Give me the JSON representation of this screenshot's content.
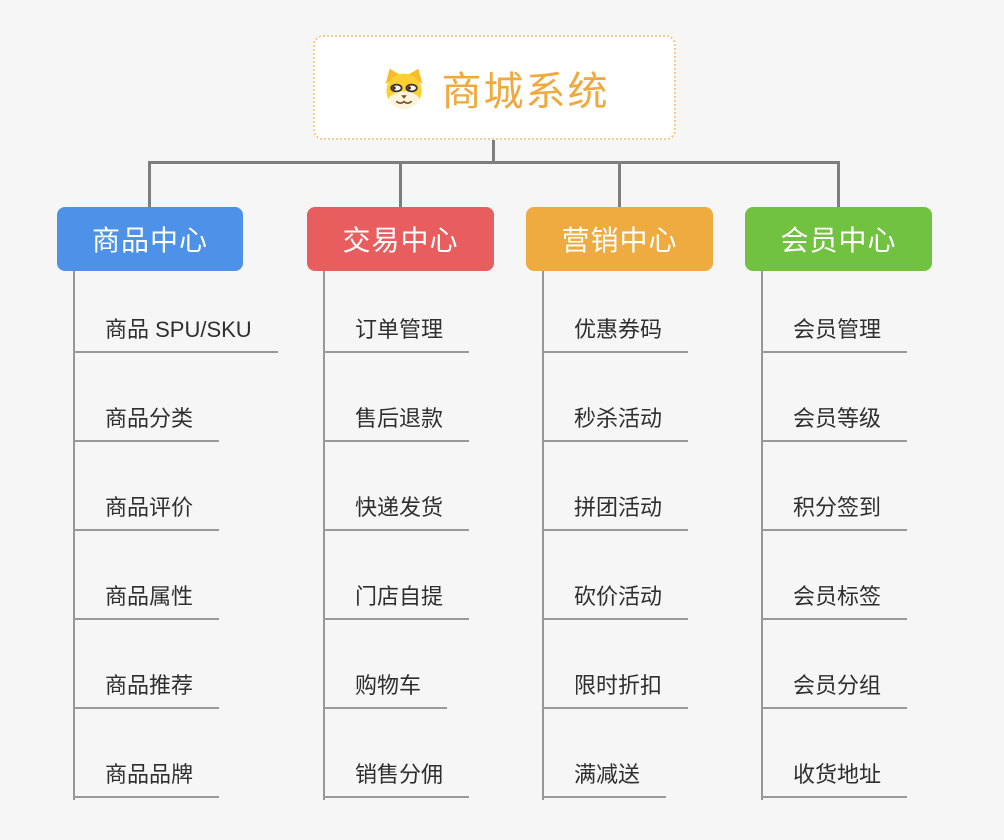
{
  "canvas": {
    "background": "#f6f6f6",
    "connector_color": "#7e7e7e"
  },
  "root": {
    "label": "商城系统",
    "icon": "dog-face-icon",
    "text_color": "#efa93e",
    "border_color": "#f3cb8e",
    "fill": "#ffffff"
  },
  "branches": [
    {
      "label": "商品中心",
      "color": "#4d92e8",
      "children": [
        "商品 SPU/SKU",
        "商品分类",
        "商品评价",
        "商品属性",
        "商品推荐",
        "商品品牌"
      ]
    },
    {
      "label": "交易中心",
      "color": "#e85d5d",
      "children": [
        "订单管理",
        "售后退款",
        "快递发货",
        "门店自提",
        "购物车",
        "销售分佣"
      ]
    },
    {
      "label": "营销中心",
      "color": "#eeac40",
      "children": [
        "优惠券码",
        "秒杀活动",
        "拼团活动",
        "砍价活动",
        "限时折扣",
        "满减送"
      ]
    },
    {
      "label": "会员中心",
      "color": "#72c241",
      "children": [
        "会员管理",
        "会员等级",
        "积分签到",
        "会员标签",
        "会员分组",
        "收货地址"
      ]
    }
  ]
}
